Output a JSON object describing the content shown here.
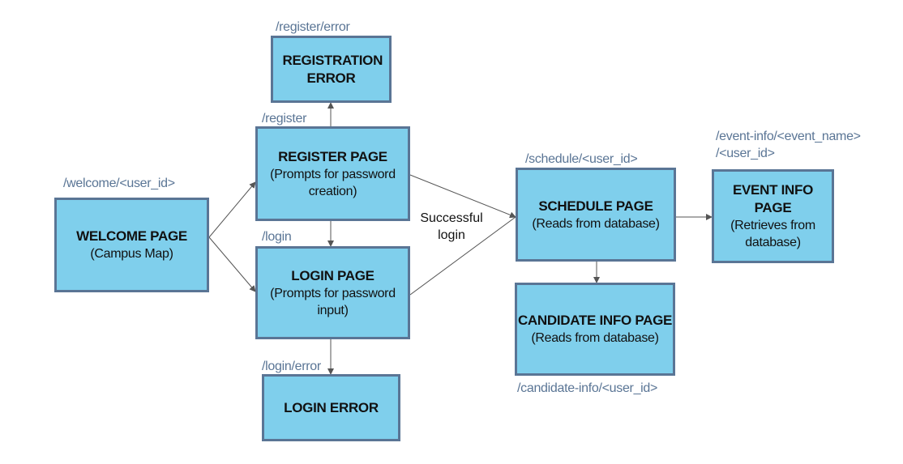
{
  "nodes": {
    "welcome": {
      "title": "WELCOME PAGE",
      "subtitle": "(Campus Map)",
      "route": "/welcome/<user_id>"
    },
    "register": {
      "title": "REGISTER PAGE",
      "subtitle": "(Prompts for password creation)",
      "route": "/register"
    },
    "registration_error": {
      "title": "REGISTRATION ERROR",
      "route": "/register/error"
    },
    "login": {
      "title": "LOGIN PAGE",
      "subtitle": "(Prompts for password input)",
      "route": "/login"
    },
    "login_error": {
      "title": "LOGIN ERROR",
      "route": "/login/error"
    },
    "schedule": {
      "title": "SCHEDULE PAGE",
      "subtitle": "(Reads from database)",
      "route": "/schedule/<user_id>"
    },
    "event_info": {
      "title": "EVENT INFO PAGE",
      "subtitle": "(Retrieves from database)",
      "route_line1": "/event-info/<event_name>",
      "route_line2": "/<user_id>"
    },
    "candidate_info": {
      "title": "CANDIDATE INFO PAGE",
      "subtitle": "(Reads from database)",
      "route": "/candidate-info/<user_id>"
    }
  },
  "edge_labels": {
    "successful_login": "Successful login"
  },
  "colors": {
    "node_fill": "#7fcfec",
    "node_border": "#5a7595",
    "route_text": "#5a7595",
    "edge": "#555555"
  }
}
